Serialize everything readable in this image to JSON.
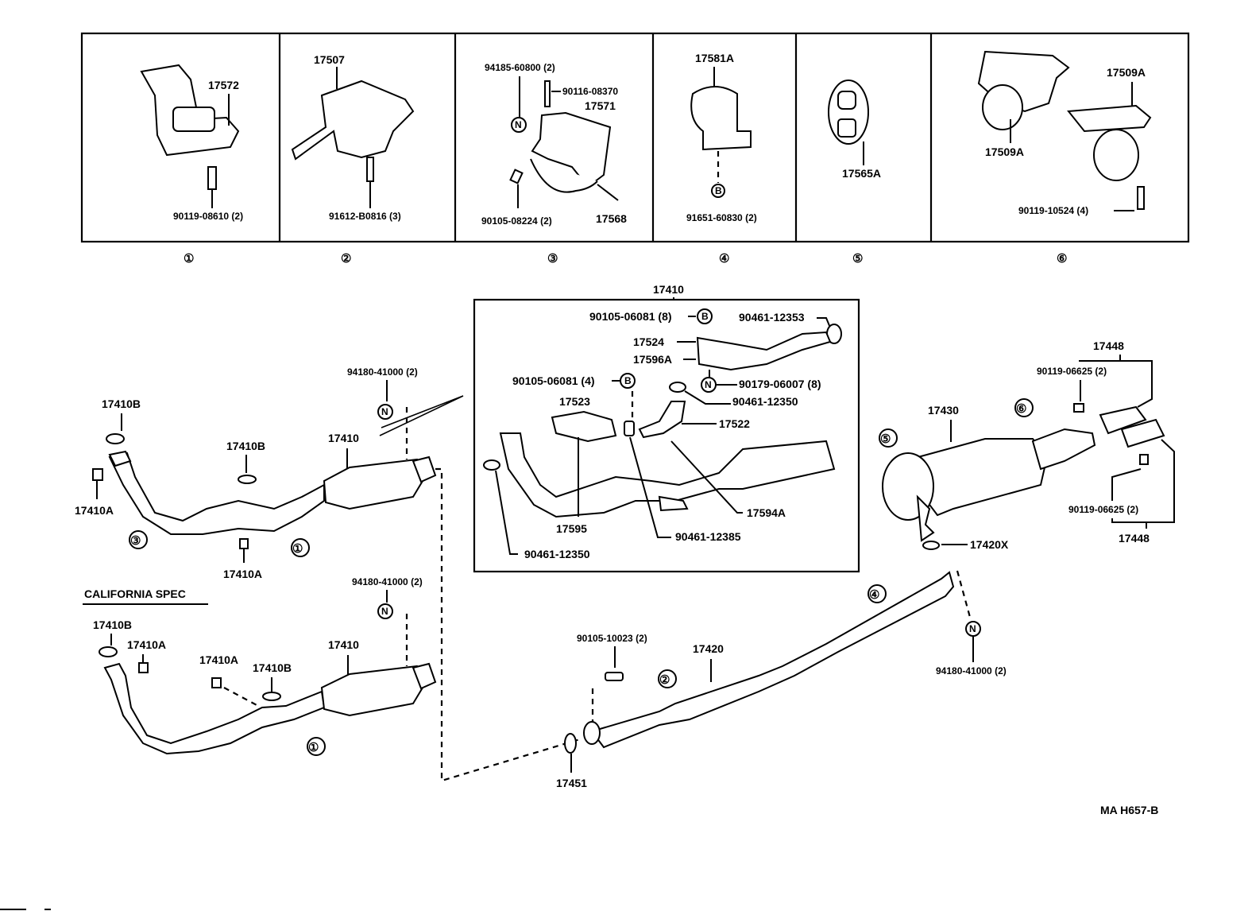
{
  "document": {
    "drawing_code": "MA  H657-B",
    "section_note": "CALIFORNIA SPEC"
  },
  "symbols": {
    "N": "N",
    "B": "B"
  },
  "mount_panels": [
    {
      "index": "①",
      "parts": [
        "17572",
        "90119-08610 (2)"
      ]
    },
    {
      "index": "②",
      "parts": [
        "17507",
        "91612-B0816 (3)"
      ]
    },
    {
      "index": "③",
      "parts": [
        "94185-60800 (2)",
        "90116-08370",
        "17571",
        "90105-08224 (2)",
        "17568"
      ]
    },
    {
      "index": "④",
      "parts": [
        "17581A",
        "91651-60830 (2)"
      ]
    },
    {
      "index": "⑤",
      "parts": [
        "17565A"
      ]
    },
    {
      "index": "⑥",
      "parts": [
        "17509A",
        "17509A",
        "90119-10524 (4)"
      ]
    }
  ],
  "front_pipe": {
    "labels": [
      "17410B",
      "17410A",
      "17410B",
      "17410",
      "94180-41000 (2)",
      "17410A"
    ],
    "callouts": [
      "③",
      "①"
    ]
  },
  "california_pipe": {
    "labels": [
      "17410B",
      "17410A",
      "17410A",
      "17410B",
      "17410",
      "94180-41000 (2)"
    ],
    "callouts": [
      "①"
    ]
  },
  "detail_box": {
    "title": "17410",
    "labels": {
      "bolt_8": "90105-06081 (8)",
      "gasket_12353": "90461-12353",
      "p17524": "17524",
      "p17596A": "17596A",
      "bolt_4": "90105-06081 (4)",
      "nut_8": "90179-06007 (8)",
      "gasket_12350_top": "90461-12350",
      "p17523": "17523",
      "p17522": "17522",
      "p17594A": "17594A",
      "p17595": "17595",
      "gasket_12385": "90461-12385",
      "gasket_12350_bottom": "90461-12350"
    }
  },
  "center_pipe": {
    "labels": {
      "bolt": "90105-10023 (2)",
      "pipe": "17420",
      "gasket": "17451",
      "nut": "94180-41000 (2)"
    },
    "callouts": [
      "②",
      "④"
    ]
  },
  "tail_assembly": {
    "labels": {
      "muffler": "17430",
      "gasket": "17420X",
      "tip_top": "17448",
      "bolt_top": "90119-06625 (2)",
      "bolt_bottom": "90119-06625 (2)",
      "tip_bottom": "17448"
    },
    "callouts": [
      "⑤",
      "⑥"
    ]
  }
}
